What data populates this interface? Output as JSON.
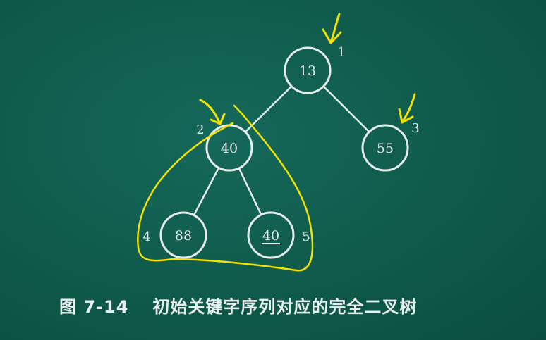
{
  "diagram": {
    "nodes": [
      {
        "value": "13",
        "index": "1",
        "underlined": false
      },
      {
        "value": "40",
        "index": "2",
        "underlined": false
      },
      {
        "value": "55",
        "index": "3",
        "underlined": false
      },
      {
        "value": "88",
        "index": "4",
        "underlined": false
      },
      {
        "value": "40",
        "index": "5",
        "underlined": true
      }
    ],
    "edges": [
      [
        "1",
        "2"
      ],
      [
        "1",
        "3"
      ],
      [
        "2",
        "4"
      ],
      [
        "2",
        "5"
      ]
    ],
    "caption": {
      "figure_label": "图 7-14",
      "text": "初始关键字序列对应的完全二叉树"
    },
    "colors": {
      "board": "#0f5a4a",
      "chalk": "#e6ecec",
      "annotation": "#f2e300"
    }
  }
}
